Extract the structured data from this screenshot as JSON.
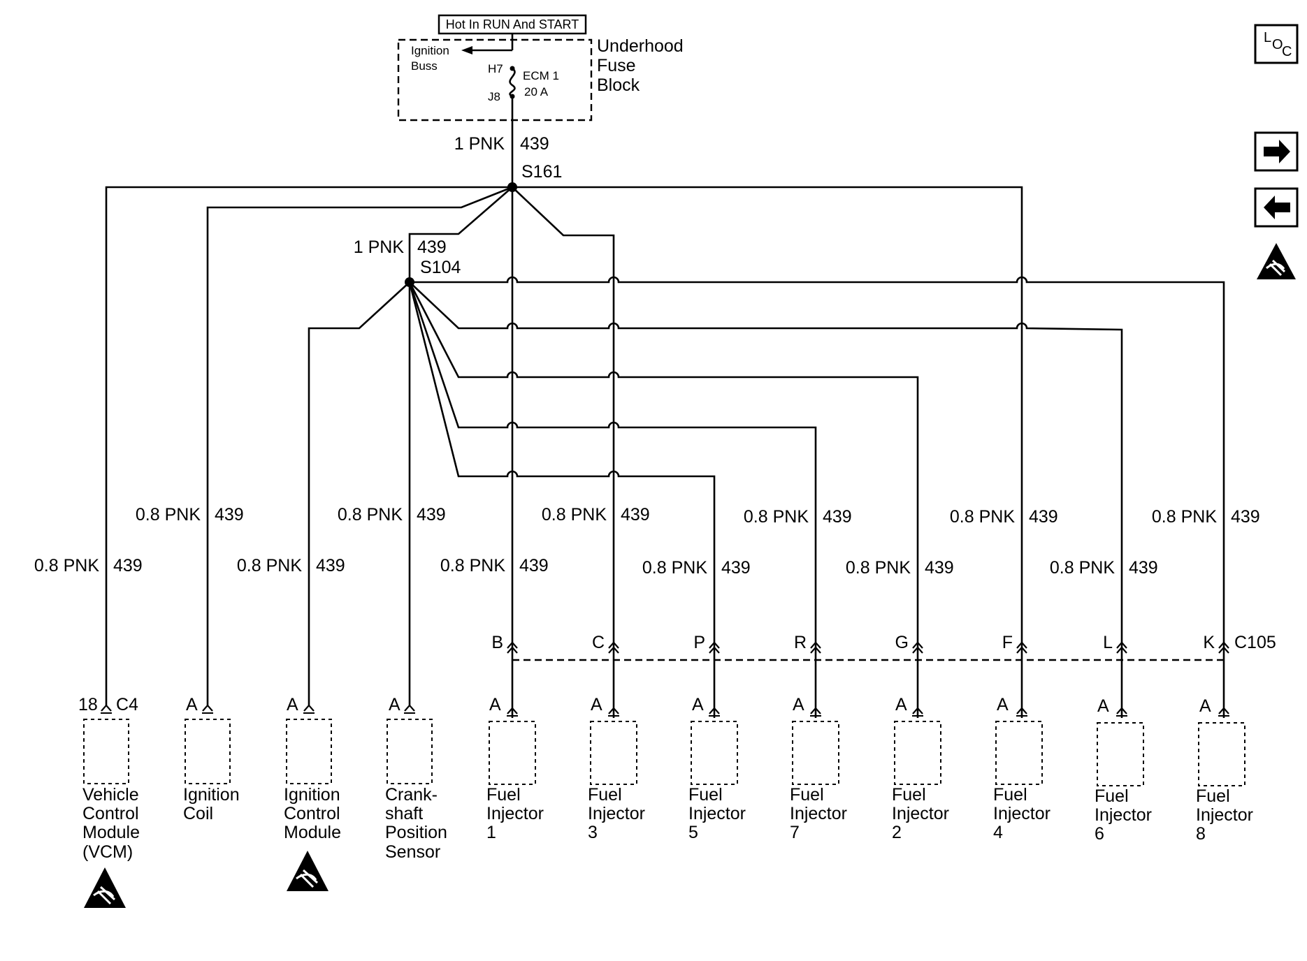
{
  "fuse_block": {
    "hot_label": "Hot In RUN And START",
    "name_lines": [
      "Underhood",
      "Fuse",
      "Block"
    ],
    "bus_lines": [
      "Ignition",
      "Buss"
    ],
    "pin_top": "H7",
    "pin_bottom": "J8",
    "fuse_lines": [
      "ECM 1",
      "20 A"
    ]
  },
  "splices": {
    "s161": "S161",
    "s104": "S104",
    "feed_gauge": "1 PNK",
    "feed_circuit": "439",
    "s104_gauge": "1 PNK",
    "s104_circuit": "439"
  },
  "wire_labels": [
    {
      "gauge": "0.8 PNK",
      "circuit": "439"
    },
    {
      "gauge": "0.8 PNK",
      "circuit": "439"
    },
    {
      "gauge": "0.8 PNK",
      "circuit": "439"
    },
    {
      "gauge": "0.8 PNK",
      "circuit": "439"
    },
    {
      "gauge": "0.8 PNK",
      "circuit": "439"
    },
    {
      "gauge": "0.8 PNK",
      "circuit": "439"
    },
    {
      "gauge": "0.8 PNK",
      "circuit": "439"
    },
    {
      "gauge": "0.8 PNK",
      "circuit": "439"
    },
    {
      "gauge": "0.8 PNK",
      "circuit": "439"
    },
    {
      "gauge": "0.8 PNK",
      "circuit": "439"
    },
    {
      "gauge": "0.8 PNK",
      "circuit": "439"
    },
    {
      "gauge": "0.8 PNK",
      "circuit": "439"
    }
  ],
  "c105": {
    "name": "C105",
    "pins": [
      "B",
      "C",
      "P",
      "R",
      "G",
      "F",
      "L",
      "K"
    ]
  },
  "components": [
    {
      "pin": "18",
      "connector": "C4",
      "lines": [
        "Vehicle",
        "Control",
        "Module",
        "(VCM)"
      ],
      "esd": true
    },
    {
      "pin": "A",
      "connector": "",
      "lines": [
        "Ignition",
        "Coil"
      ],
      "esd": false
    },
    {
      "pin": "A",
      "connector": "",
      "lines": [
        "Ignition",
        "Control",
        "Module"
      ],
      "esd": true
    },
    {
      "pin": "A",
      "connector": "",
      "lines": [
        "Crank-",
        "shaft",
        "Position",
        "Sensor"
      ],
      "esd": false
    },
    {
      "pin": "A",
      "connector": "",
      "lines": [
        "Fuel",
        "Injector",
        "1"
      ],
      "esd": false
    },
    {
      "pin": "A",
      "connector": "",
      "lines": [
        "Fuel",
        "Injector",
        "3"
      ],
      "esd": false
    },
    {
      "pin": "A",
      "connector": "",
      "lines": [
        "Fuel",
        "Injector",
        "5"
      ],
      "esd": false
    },
    {
      "pin": "A",
      "connector": "",
      "lines": [
        "Fuel",
        "Injector",
        "7"
      ],
      "esd": false
    },
    {
      "pin": "A",
      "connector": "",
      "lines": [
        "Fuel",
        "Injector",
        "2"
      ],
      "esd": false
    },
    {
      "pin": "A",
      "connector": "",
      "lines": [
        "Fuel",
        "Injector",
        "4"
      ],
      "esd": false
    },
    {
      "pin": "A",
      "connector": "",
      "lines": [
        "Fuel",
        "Injector",
        "6"
      ],
      "esd": false
    },
    {
      "pin": "A",
      "connector": "",
      "lines": [
        "Fuel",
        "Injector",
        "8"
      ],
      "esd": false
    }
  ],
  "nav": {
    "loc_button": {
      "main": "L",
      "sub1": "O",
      "sub2": "C"
    },
    "next_icon": "right-arrow-icon",
    "prev_icon": "left-arrow-icon",
    "esd_icon": "esd-warning-icon"
  }
}
